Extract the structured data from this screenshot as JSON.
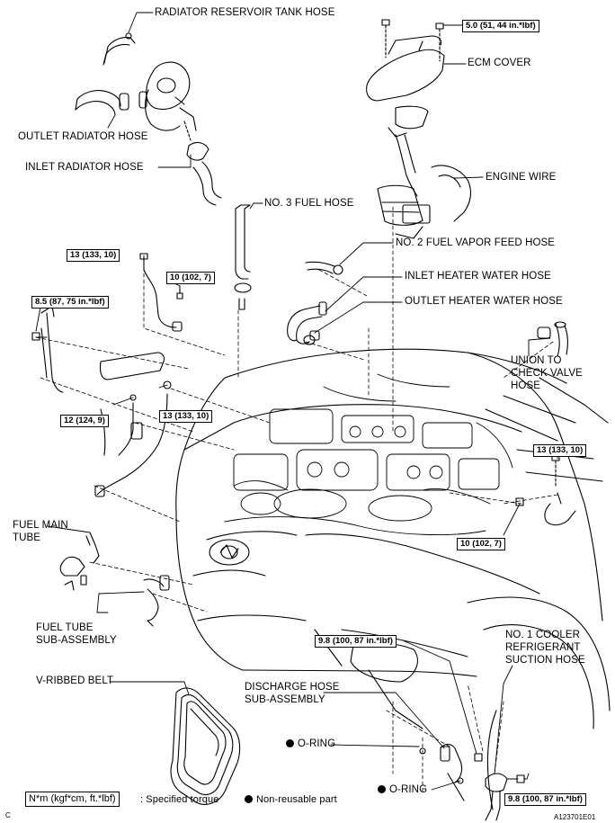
{
  "labels": {
    "radiator_reservoir": "RADIATOR RESERVOIR TANK HOSE",
    "outlet_radiator": "OUTLET RADIATOR HOSE",
    "inlet_radiator": "INLET RADIATOR HOSE",
    "ecm_cover": "ECM COVER",
    "engine_wire": "ENGINE WIRE",
    "no3_fuel": "NO. 3 FUEL HOSE",
    "no2_vapor": "NO. 2 FUEL VAPOR FEED HOSE",
    "inlet_heater": "INLET HEATER WATER HOSE",
    "outlet_heater": "OUTLET HEATER WATER HOSE",
    "union_check_1": "UNION TO",
    "union_check_2": "CHECK VALVE",
    "union_check_3": "HOSE",
    "fuel_main_1": "FUEL MAIN",
    "fuel_main_2": "TUBE",
    "fuel_tube_1": "FUEL TUBE",
    "fuel_tube_2": "SUB-ASSEMBLY",
    "vribbed": "V-RIBBED BELT",
    "discharge_1": "DISCHARGE HOSE",
    "discharge_2": "SUB-ASSEMBLY",
    "cooler_1": "NO. 1 COOLER",
    "cooler_2": "REFRIGERANT",
    "cooler_3": "SUCTION HOSE",
    "oring_1": "O-RING",
    "oring_2": "O-RING"
  },
  "torques": {
    "t_ecm": "5.0 (51, 44 in.*lbf)",
    "t_13a": "13 (133, 10)",
    "t_10a": "10 (102, 7)",
    "t_85": "8.5 (87, 75 in.*lbf)",
    "t_12": "12 (124, 9)",
    "t_13b": "13 (133, 10)",
    "t_13c": "13 (133, 10)",
    "t_10b": "10 (102, 7)",
    "t_98a": "9.8 (100, 87 in.*lbf)",
    "t_98b": "9.8 (100, 87 in.*lbf)"
  },
  "legend": {
    "unit_box": "N*m (kgf*cm, ft.*lbf)",
    "specified": ": Specified torque",
    "nonreusable": "Non-reusable part"
  },
  "footer": {
    "corner_letter": "C",
    "figure_id": "A123701E01"
  }
}
